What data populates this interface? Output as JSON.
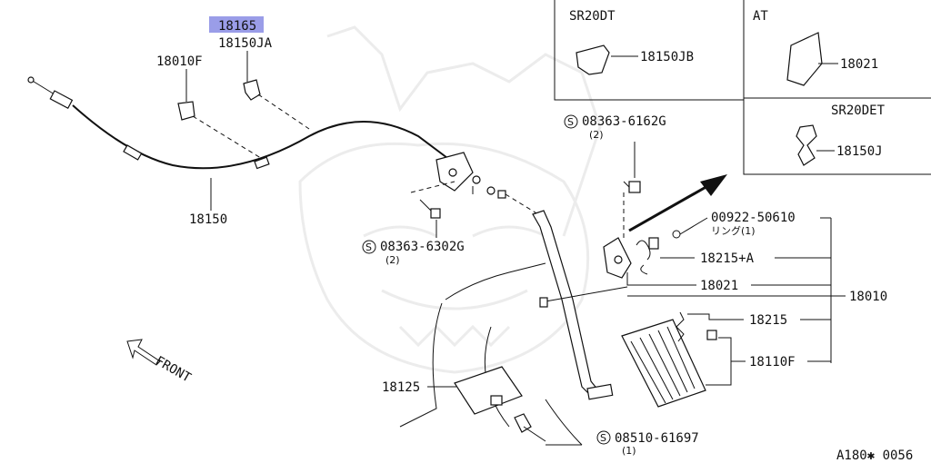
{
  "highlight_part": "18165",
  "callouts": {
    "p18150JA": "18150JA",
    "p18010F": "18010F",
    "p18150": "18150",
    "p18125": "18125",
    "p18021": "18021",
    "p18215A": "18215+A",
    "p18215": "18215",
    "p18110F": "18110F",
    "p18010": "18010",
    "p00922": "00922-50610",
    "ring": "リング(1)",
    "bolt1": "08363-6162G",
    "bolt1_qty": "(2)",
    "bolt2": "08363-6302G",
    "bolt2_qty": "(2)",
    "bolt3": "08510-61697",
    "bolt3_qty": "(1)",
    "s_mark": "S"
  },
  "insets": {
    "sr20dt": {
      "title": "SR20DT",
      "part": "18150JB"
    },
    "at": {
      "title": "AT",
      "part": "18021"
    },
    "sr20det": {
      "title": "SR20DET",
      "part": "18150J"
    }
  },
  "front_label": "FRONT",
  "diagram_id": "A180✱ 0056"
}
